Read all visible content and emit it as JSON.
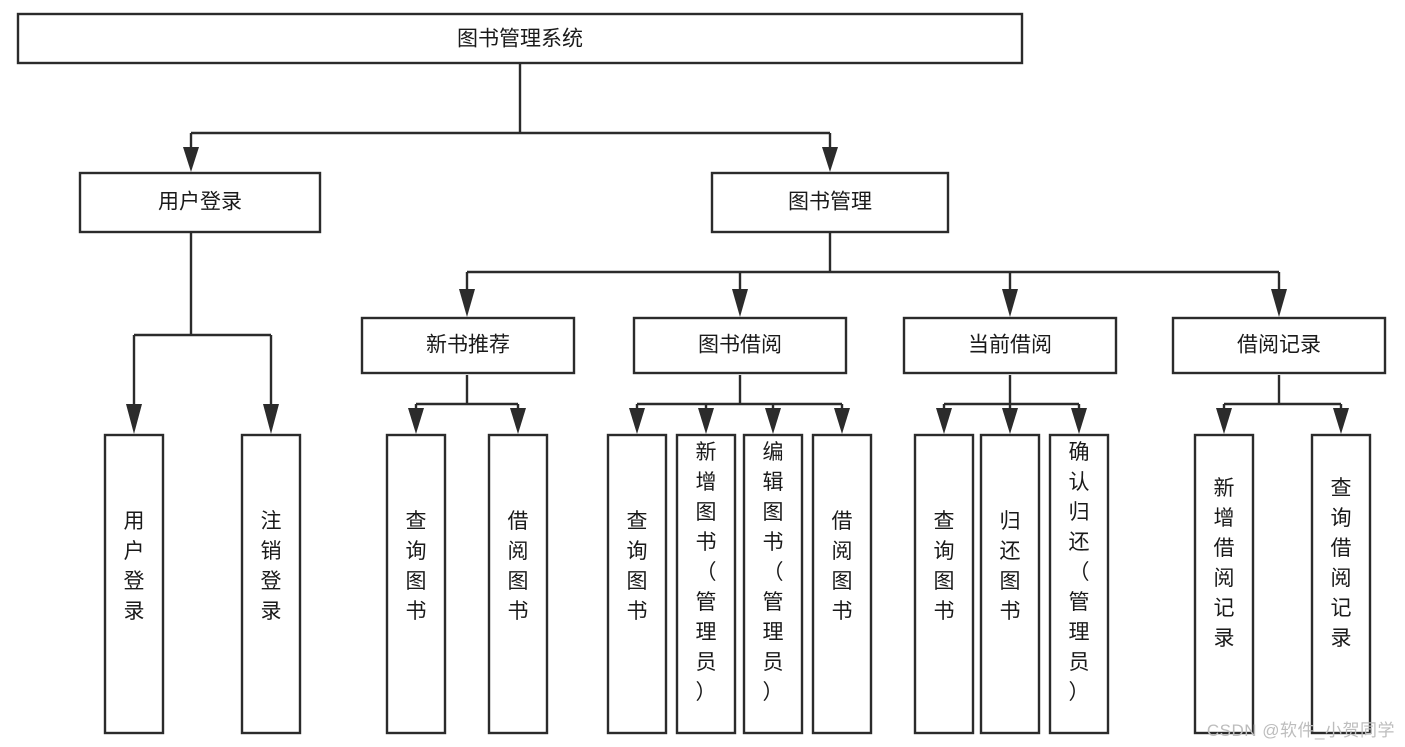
{
  "diagram": {
    "type": "tree-hierarchy-diagram",
    "title": "图书管理系统",
    "background_color": "#ffffff",
    "line_color": "#2b2b2b",
    "text_color": "#1a1a1a",
    "levels": 4,
    "root": {
      "id": "root",
      "label": "图书管理系统",
      "orientation": "horizontal"
    },
    "level1": [
      {
        "id": "user-login",
        "label": "用户登录",
        "orientation": "horizontal"
      },
      {
        "id": "book-management",
        "label": "图书管理",
        "orientation": "horizontal"
      }
    ],
    "level2": [
      {
        "id": "new-book-recommend",
        "label": "新书推荐",
        "orientation": "horizontal",
        "parent": "book-management"
      },
      {
        "id": "book-borrow",
        "label": "图书借阅",
        "orientation": "horizontal",
        "parent": "book-management"
      },
      {
        "id": "current-borrow",
        "label": "当前借阅",
        "orientation": "horizontal",
        "parent": "book-management"
      },
      {
        "id": "borrow-record",
        "label": "借阅记录",
        "orientation": "horizontal",
        "parent": "book-management"
      }
    ],
    "leaves": [
      {
        "id": "leaf-user-login",
        "label": "用户登录",
        "orientation": "vertical",
        "parent": "user-login"
      },
      {
        "id": "leaf-logout-login",
        "label": "注销登录",
        "orientation": "vertical",
        "parent": "user-login"
      },
      {
        "id": "leaf-query-book-1",
        "label": "查询图书",
        "orientation": "vertical",
        "parent": "new-book-recommend"
      },
      {
        "id": "leaf-borrow-book-1",
        "label": "借阅图书",
        "orientation": "vertical",
        "parent": "new-book-recommend"
      },
      {
        "id": "leaf-query-book-2",
        "label": "查询图书",
        "orientation": "vertical",
        "parent": "book-borrow"
      },
      {
        "id": "leaf-add-book",
        "label": "新增图书（管理员）",
        "orientation": "vertical",
        "parent": "book-borrow"
      },
      {
        "id": "leaf-edit-book",
        "label": "编辑图书（管理员）",
        "orientation": "vertical",
        "parent": "book-borrow"
      },
      {
        "id": "leaf-borrow-book-2",
        "label": "借阅图书",
        "orientation": "vertical",
        "parent": "book-borrow"
      },
      {
        "id": "leaf-query-book-3",
        "label": "查询图书",
        "orientation": "vertical",
        "parent": "current-borrow"
      },
      {
        "id": "leaf-return-book",
        "label": "归还图书",
        "orientation": "vertical",
        "parent": "current-borrow"
      },
      {
        "id": "leaf-confirm-return",
        "label": "确认归还（管理员）",
        "orientation": "vertical",
        "parent": "current-borrow"
      },
      {
        "id": "leaf-add-record",
        "label": "新增借阅记录",
        "orientation": "vertical",
        "parent": "borrow-record"
      },
      {
        "id": "leaf-query-record",
        "label": "查询借阅记录",
        "orientation": "vertical",
        "parent": "borrow-record"
      }
    ]
  },
  "watermark": {
    "text": "CSDN @软件_小贺同学"
  }
}
